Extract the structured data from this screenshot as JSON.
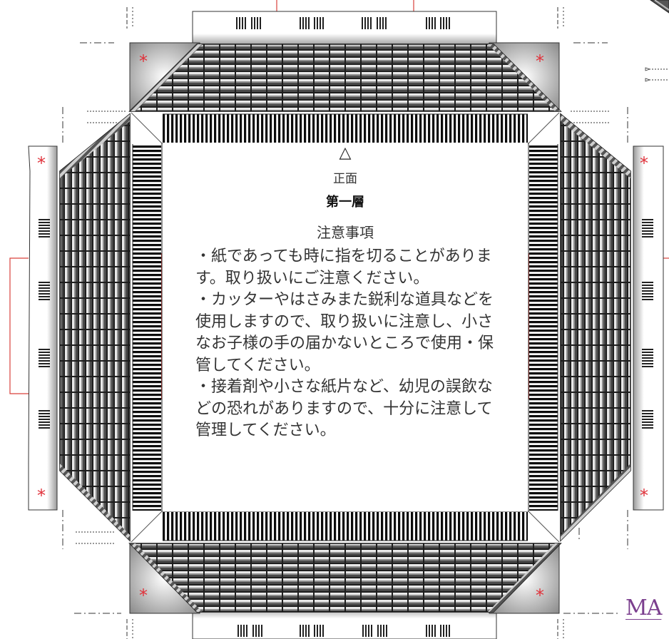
{
  "sheet": {
    "direction_mark": "△",
    "facing_label": "正面",
    "layer_label": "第一層",
    "caution_title": "注意事項",
    "caution_items": [
      "・紙であっても時に指を切ることがあります。取り扱いにご注意ください。",
      "・カッターやはさみまた鋭利な道具などを使用しますので、取り扱いに注意し、小さなお子様の手の届かないところで使用・保管してください。",
      "・接着剤や小さな紙片など、幼児の誤飲などの恐れがありますので、十分に注意して管理してください。"
    ],
    "glue_mark": "*",
    "brand_text": "MA"
  },
  "colors": {
    "glue_mark": "#e0313a",
    "cut_line_red": "#d9413b",
    "brand": "#7b3f8e",
    "roof_dark": "#2b2b2b",
    "roof_light": "#e6e6e6",
    "outline": "#333333"
  }
}
